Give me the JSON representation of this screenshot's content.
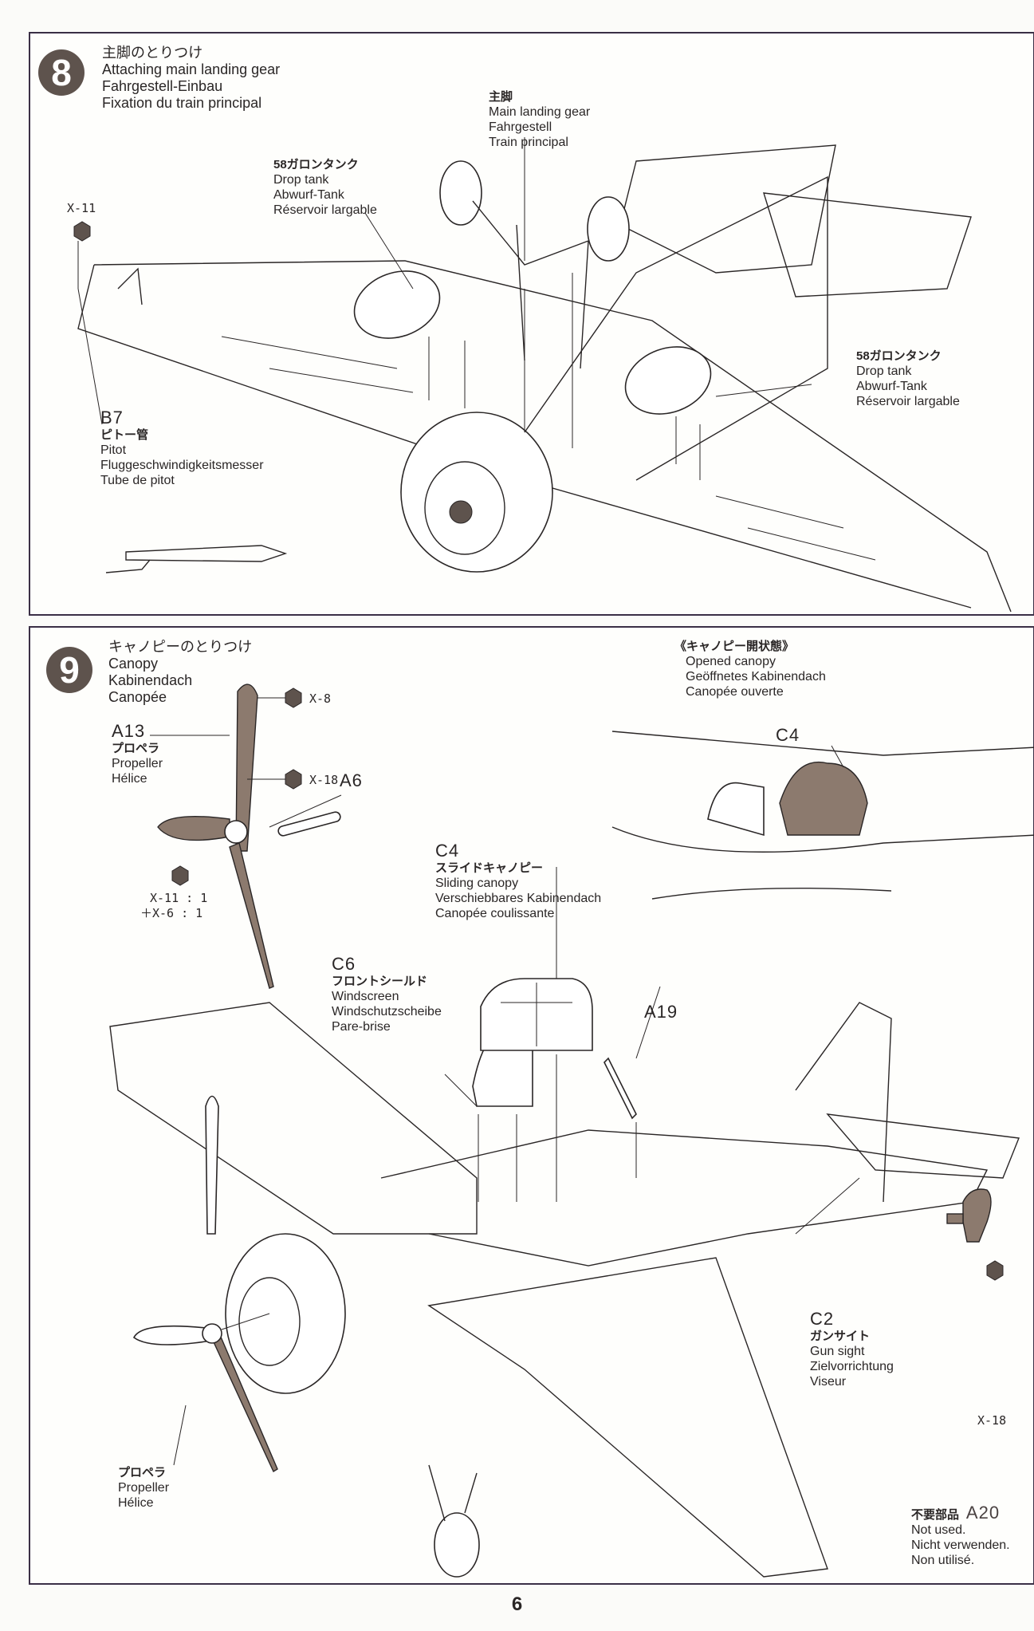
{
  "page_number": "6",
  "step8": {
    "number": "8",
    "title_jp": "主脚のとりつけ",
    "title_en": "Attaching main landing gear",
    "title_de": "Fahrgestell-Einbau",
    "title_fr": "Fixation du train principal",
    "main_gear": {
      "jp": "主脚",
      "en": "Main landing gear",
      "de": "Fahrgestell",
      "fr": "Train principal"
    },
    "drop_tank_left": {
      "jp": "58ガロンタンク",
      "en": "Drop tank",
      "de": "Abwurf-Tank",
      "fr": "Réservoir largable"
    },
    "drop_tank_right": {
      "jp": "58ガロンタンク",
      "en": "Drop tank",
      "de": "Abwurf-Tank",
      "fr": "Réservoir largable"
    },
    "screw_x11": "X-11",
    "pitot": {
      "part": "B7",
      "jp": "ピトー管",
      "en": "Pitot",
      "de": "Fluggeschwindigkeitsmesser",
      "fr": "Tube de pitot"
    }
  },
  "step9": {
    "number": "9",
    "title_jp": "キャノピーのとりつけ",
    "title_en": "Canopy",
    "title_de": "Kabinendach",
    "title_fr": "Canopée",
    "opened_canopy": {
      "jp": "《キャノピー開状態》",
      "en": "Opened canopy",
      "de": "Geöffnetes Kabinendach",
      "fr": "Canopée ouverte",
      "part": "C4"
    },
    "propeller_top": {
      "part": "A13",
      "jp": "プロペラ",
      "en": "Propeller",
      "fr": "Hélice"
    },
    "screw_x8": "X-8",
    "screw_x18_prop": "X-18",
    "part_a6": "A6",
    "screw_mix_1": "X-11 : 1",
    "screw_mix_2": "＋X-6 : 1",
    "sliding_canopy": {
      "part": "C4",
      "jp": "スライドキャノピー",
      "en": "Sliding canopy",
      "de": "Verschiebbares Kabinendach",
      "fr": "Canopée coulissante"
    },
    "windscreen": {
      "part": "C6",
      "jp": "フロントシールド",
      "en": "Windscreen",
      "de": "Windschutzscheibe",
      "fr": "Pare-brise"
    },
    "part_a19": "A19",
    "gun_sight": {
      "part": "C2",
      "jp": "ガンサイト",
      "en": "Gun sight",
      "de": "Zielvorrichtung",
      "fr": "Viseur"
    },
    "screw_x18_sight": "X-18",
    "propeller_bottom": {
      "jp": "プロペラ",
      "en": "Propeller",
      "fr": "Hélice"
    },
    "not_used": {
      "jp": "不要部品",
      "part": "A20",
      "en": "Not used.",
      "de": "Nicht verwenden.",
      "fr": "Non utilisé."
    }
  }
}
